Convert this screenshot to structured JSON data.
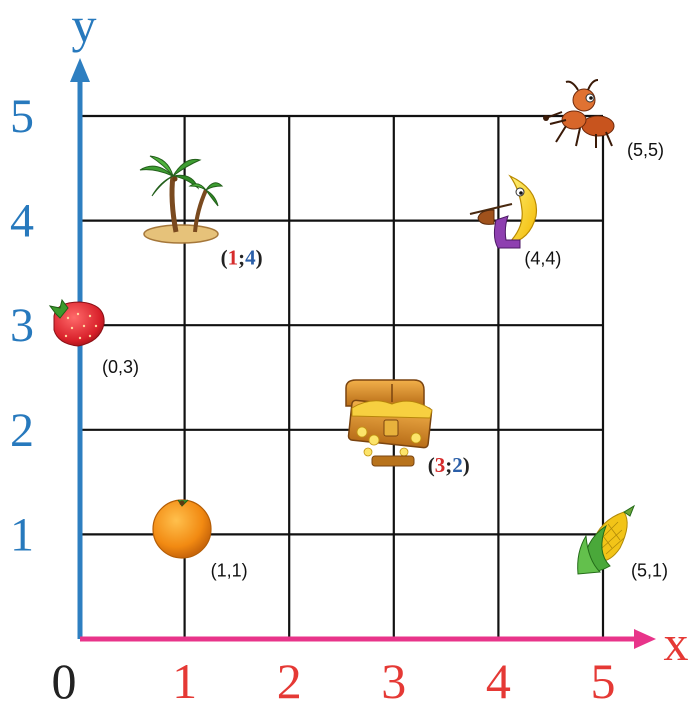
{
  "colors": {
    "grid": "#111111",
    "y_axis": "#2e7fc1",
    "x_axis": "#e8348a",
    "x_tick": "#e53935",
    "y_tick": "#2779bd",
    "origin": "#222222",
    "label_x_value": "#d62c2c",
    "label_y_value": "#2b5fa8"
  },
  "axes": {
    "x_name": "x",
    "y_name": "y",
    "origin": "0",
    "x_ticks": [
      "1",
      "2",
      "3",
      "4",
      "5"
    ],
    "y_ticks": [
      "1",
      "2",
      "3",
      "4",
      "5"
    ],
    "range": [
      0,
      5
    ],
    "grid": true
  },
  "points": [
    {
      "icon": "palm-island-icon",
      "x": 1,
      "y": 4,
      "style": "colored",
      "open": "(",
      "x_text": "1",
      "sep": ";",
      "y_text": "4",
      "close": ")"
    },
    {
      "icon": "strawberry-icon",
      "x": 0,
      "y": 3,
      "style": "plain",
      "label": "(0,3)"
    },
    {
      "icon": "treasure-chest-icon",
      "x": 3,
      "y": 2,
      "style": "colored",
      "open": "(",
      "x_text": "3",
      "sep": ";",
      "y_text": "2",
      "close": ")"
    },
    {
      "icon": "orange-icon",
      "x": 1,
      "y": 1,
      "style": "plain",
      "label": "(1,1)"
    },
    {
      "icon": "moon-violin-icon",
      "x": 4,
      "y": 4,
      "style": "plain",
      "label": "(4,4)"
    },
    {
      "icon": "ant-icon",
      "x": 5,
      "y": 5,
      "style": "plain",
      "label": "(5,5)"
    },
    {
      "icon": "corn-icon",
      "x": 5,
      "y": 1,
      "style": "plain",
      "label": "(5,1)"
    }
  ]
}
